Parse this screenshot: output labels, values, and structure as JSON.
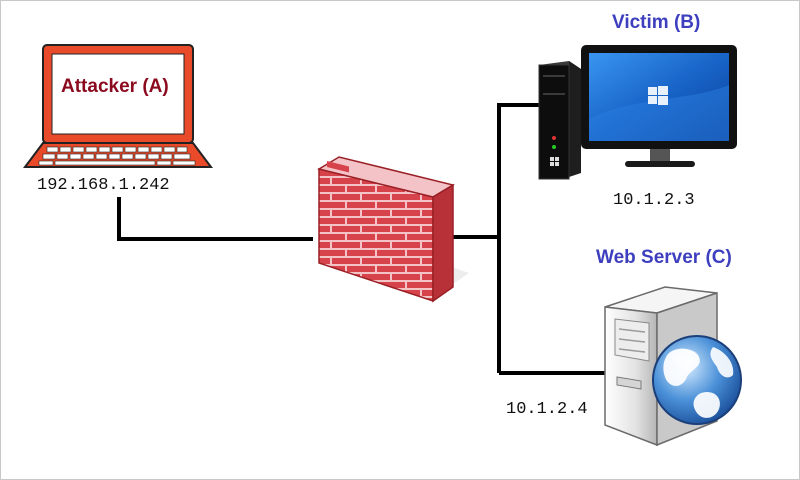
{
  "nodes": {
    "attacker": {
      "label": "Attacker (A)",
      "ip": "192.168.1.242",
      "label_color": "#8b0a1e"
    },
    "victim": {
      "label": "Victim (B)",
      "ip": "10.1.2.3",
      "label_color": "#3d3fbf"
    },
    "webserver": {
      "label": "Web Server (C)",
      "ip": "10.1.2.4",
      "label_color": "#3d3fbf"
    }
  },
  "icons": {
    "attacker": "laptop-icon",
    "firewall": "firewall-icon",
    "victim_tower": "desktop-tower-icon",
    "victim_monitor": "monitor-icon",
    "webserver": "server-tower-icon",
    "globe": "globe-icon"
  },
  "colors": {
    "laptop": "#f0552a",
    "brick": "#d6434a",
    "screen": "#1f6fcf",
    "link": "#000000"
  }
}
